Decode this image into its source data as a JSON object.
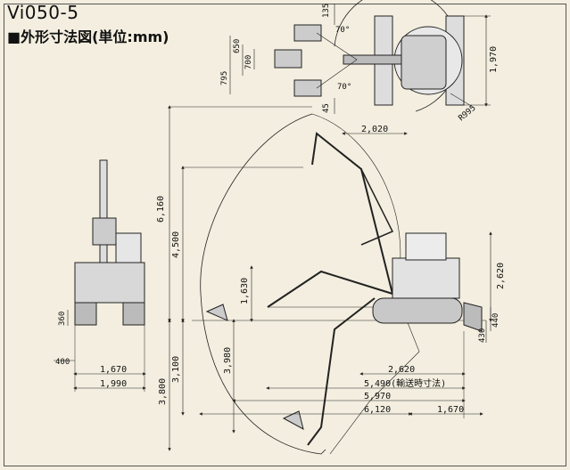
{
  "header": {
    "model": "Vi050-5",
    "subtitle": "■外形寸法図(単位:mm)"
  },
  "top_view": {
    "angle_right": "70°",
    "angle_left": "70°",
    "tail_radius": "R995",
    "dims_left": [
      "795",
      "650",
      "700"
    ],
    "dims_top": [
      "135",
      "45"
    ],
    "width": "1,970"
  },
  "front_view": {
    "ground_clearance": "360",
    "track_shoe": "400",
    "track_gauge": "1,670",
    "overall_width": "1,990"
  },
  "side_view": {
    "max_dig_height": "6,160",
    "max_dump_height": "4,500",
    "min_swing_radius": "2,020",
    "cab_height": "2,620",
    "boom_offset_height": "1,630",
    "blade_height": "440",
    "blade_depth": "430",
    "max_vertical_wall": "3,980",
    "blade_dig_depth": "3,100",
    "max_dig_depth": "3,800",
    "tail_length": "2,620",
    "transport_length": "5,490(輸送時寸法)",
    "ground_reach": "5,970",
    "max_reach": "6,120",
    "blade_reach": "1,670"
  }
}
